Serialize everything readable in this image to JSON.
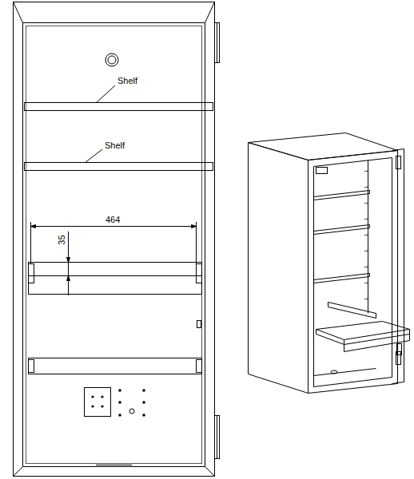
{
  "diagram": {
    "labels": [
      "Shelf",
      "Shelf",
      "464",
      "35"
    ]
  }
}
